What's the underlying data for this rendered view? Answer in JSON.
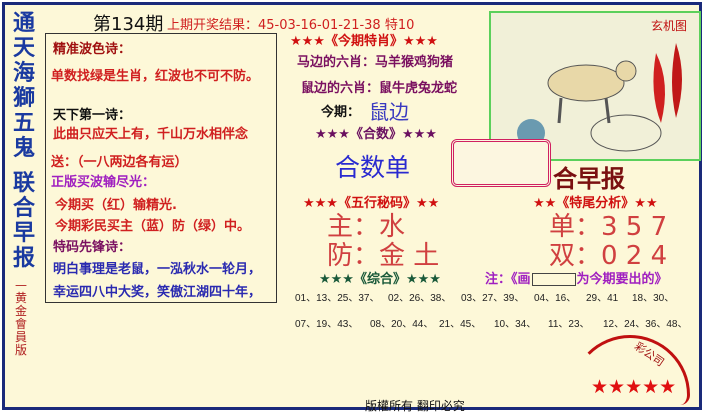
{
  "vertical_title": [
    "通",
    "天",
    "海",
    "獅",
    "五",
    "鬼",
    "联",
    "合",
    "早",
    "报"
  ],
  "vertical_subtitle": "—黄金會員版",
  "issue": "第134期",
  "last_result": "上期开奖结果：45-03-16-01-21-38 特10",
  "left": {
    "poem1_title": "精准波色诗：",
    "poem1_text": "单数找绿是生肖，红波也不可不防。",
    "poem2_title": "天下第一诗：",
    "poem2_text": "此曲只应天上有，千山万水相伴念",
    "gift": "送：（一八两边各有运）",
    "wave_title": "正版买波输尽光：",
    "wave1": "今期买（红）输精光.",
    "wave2": "今期彩民买主（蓝）防（绿）中。",
    "special_title": "特码先锋诗：",
    "special1": "明白事理是老鼠，一泓秋水一轮月，",
    "special2": "幸运四八中大奖，笑傲江湖四十年，"
  },
  "center": {
    "zodiac_header": "★★★《今期特肖》★★★",
    "horse_side": "马边的六肖：马羊猴鸡狗猪",
    "rat_side": "鼠边的六肖：鼠牛虎兔龙蛇",
    "this_issue_label": "今期：",
    "this_issue_value": "鼠边",
    "sum_header": "★★★《合数》★★★",
    "sum_value": "合数单",
    "five_header": "★★★《五行秘码》★★",
    "main": "主：水",
    "guard": "防：金 土",
    "combo_header": "★★★《综合》★★★"
  },
  "right": {
    "image_label": "玄机图",
    "paper_title": "合早报",
    "tail_header": "★★《特尾分析》★★",
    "odd": "单：3 5 7",
    "even": "双：0 2 4",
    "note_prefix": "注：《画",
    "note_suffix": "为今期要出的》"
  },
  "number_rows": [
    [
      "01、13、25、37、",
      "02、26、38、",
      "03、27、39、",
      "04、16、",
      "29、41",
      "18、30、"
    ],
    [
      "07、19、43、",
      "08、20、44、",
      "21、45、",
      "10、34、",
      "11、23、",
      "12、24、36、48、"
    ]
  ],
  "stamp_text": "彩公司",
  "stamp_stars": "★★★★★",
  "copyright": "版權所有 翻印必究"
}
